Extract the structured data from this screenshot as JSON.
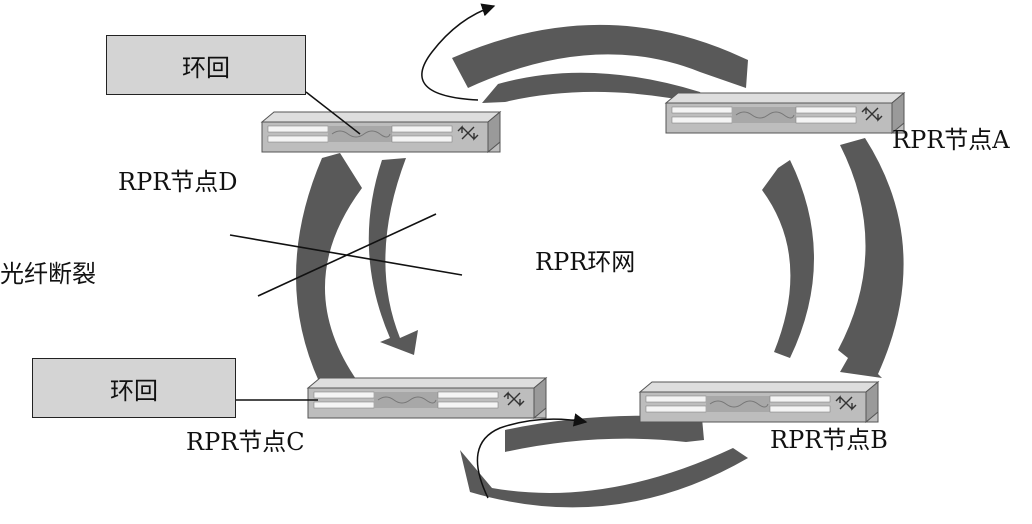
{
  "nodes": {
    "a": {
      "label": "RPR节点A"
    },
    "b": {
      "label": "RPR节点B"
    },
    "c": {
      "label": "RPR节点C"
    },
    "d": {
      "label": "RPR节点D"
    }
  },
  "ring_label": "RPR环网",
  "fault_label": "光纤断裂",
  "loopback_top": {
    "label": "环回"
  },
  "loopback_bottom": {
    "label": "环回"
  },
  "colors": {
    "arrow": "#595959",
    "device_body": "#bdbdbd",
    "device_light": "#dedede",
    "line": "#111111"
  }
}
